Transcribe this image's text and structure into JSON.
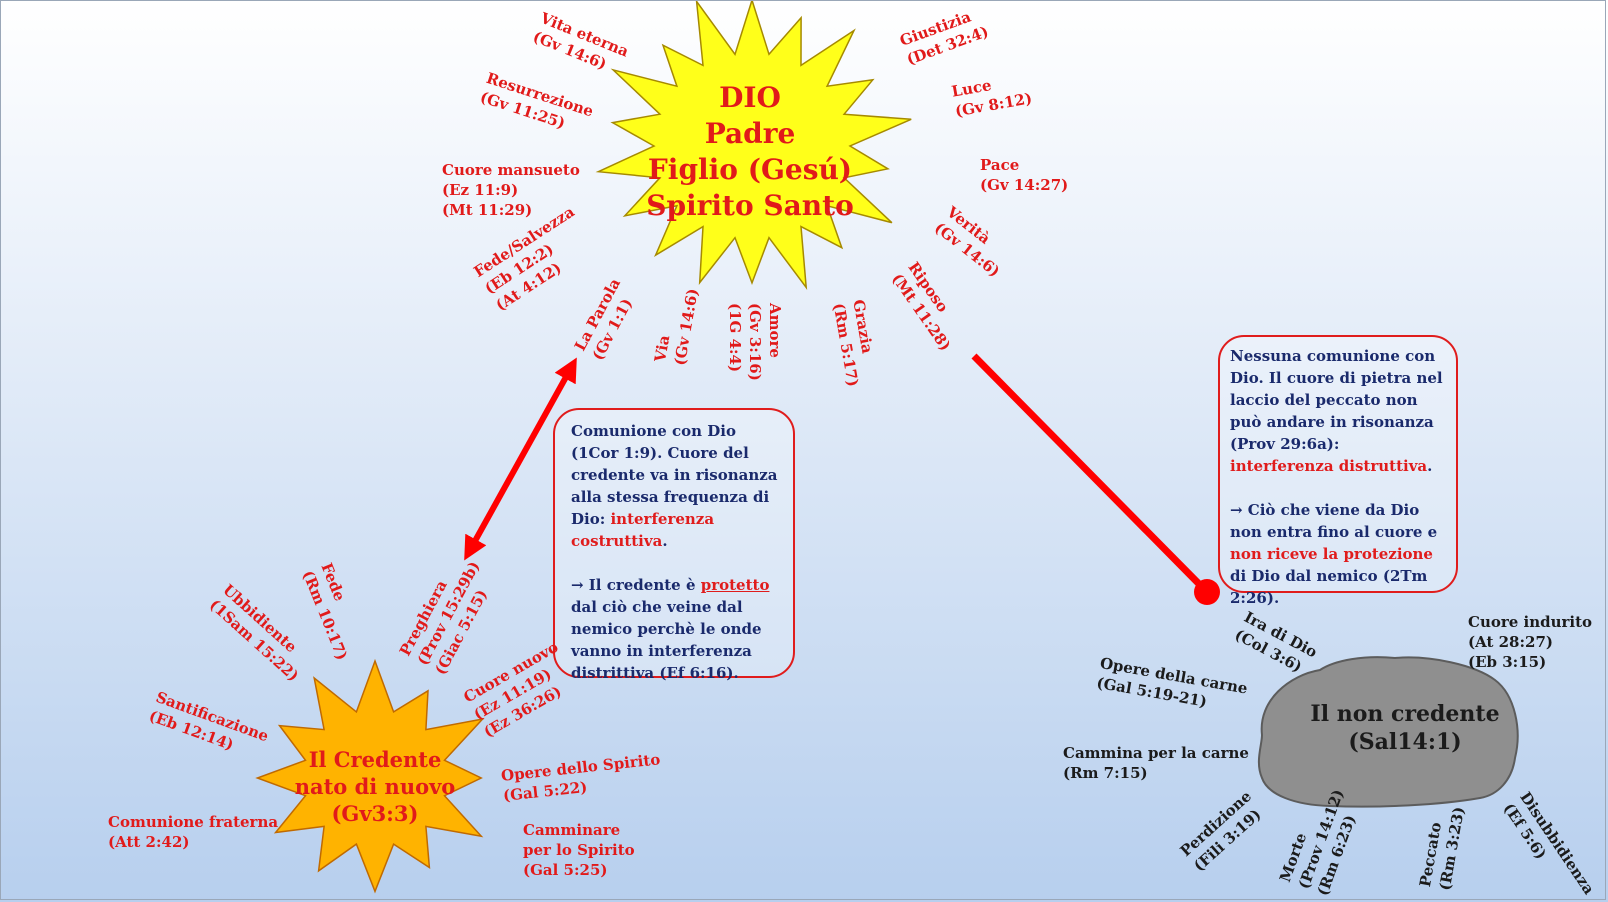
{
  "colors": {
    "accent_red": "#e11a1a",
    "star_fill": "#ffff1a",
    "star_small_fill": "#ffb300",
    "rock_fill": "#8a8a8a",
    "box_text": "#1a2a6c"
  },
  "god": {
    "lines": [
      "DIO",
      "Padre",
      "Figlio  (Gesú)",
      "Spirito Santo"
    ]
  },
  "god_attributes": {
    "vita_eterna": [
      "Vita eterna",
      "(Gv 14:6)"
    ],
    "resurrezione": [
      "Resurrezione",
      "(Gv 11:25)"
    ],
    "cuore_mansueto": [
      "Cuore mansueto",
      "(Ez 11:9)",
      "(Mt 11:29)"
    ],
    "fede_salvezza": [
      "Fede/Salvezza",
      "(Eb 12:2)",
      "(At 4:12)"
    ],
    "la_parola": [
      "La Parola",
      "(Gv 1:1)"
    ],
    "via": [
      "Via",
      "(Gv 14:6)"
    ],
    "amore": [
      "Amore",
      "(Gv 3:16)",
      "(1G 4:4)"
    ],
    "grazia": [
      "Grazia",
      "(Rm 5:17)"
    ],
    "riposo": [
      "Riposo",
      "(Mt 11:28)"
    ],
    "verita": [
      "Verità",
      "(Gv 14:6)"
    ],
    "pace": [
      "Pace",
      "(Gv 14:27)"
    ],
    "luce": [
      "Luce",
      "(Gv 8:12)"
    ],
    "giustizia": [
      "Giustizia",
      "(Det 32:4)"
    ]
  },
  "believer": {
    "lines": [
      "Il Credente",
      "nato di nuovo",
      "(Gv3:3)"
    ]
  },
  "believer_attributes": {
    "fede": [
      "Fede",
      "(Rm 10:17)"
    ],
    "ubbidiente": [
      "Ubbidiente",
      "(1Sam 15:22)"
    ],
    "santificazione": [
      "Santificazione",
      "(Eb 12:14)"
    ],
    "comunione_fraterna": [
      "Comunione fraterna",
      "(Att 2:42)"
    ],
    "preghiera": [
      "Preghiera",
      "(Prov 15:29b)",
      "(Giac 5:15)"
    ],
    "cuore_nuovo": [
      "Cuore nuovo",
      "(Ez 11:19)",
      "(Ez 36:26)"
    ],
    "opere_spirito": [
      "Opere dello Spirito",
      "(Gal 5:22)"
    ],
    "camminare_spirito": [
      "Camminare",
      "per lo Spirito",
      "(Gal 5:25)"
    ]
  },
  "communion_box": {
    "p1_a": "Comunione con Dio (1Cor 1:9). Cuore del credente va in risonanza alla stessa frequenza di Dio: ",
    "p1_hl": "interferenza costruttiva",
    "p1_end": ".",
    "p2_a": "→  Il credente è ",
    "p2_hl": "protetto",
    "p2_b": " dal ciò che veine dal nemico  perchè le onde vanno in interferenza distrittiva (Ef 6:16)."
  },
  "no_communion_box": {
    "p1_a": "Nessuna comunione con Dio. Il cuore di pietra nel laccio del peccato non può andare in risonanza (Prov 29:6a): ",
    "p1_hl": "interferenza distruttiva",
    "p1_end": ".",
    "p2_a": "→ Ciò che viene da Dio non entra fino al cuore e ",
    "p2_hl": "non riceve la protezione",
    "p2_b": " di Dio dal nemico (2Tm 2:26)."
  },
  "unbeliever": {
    "lines": [
      "Il non credente",
      "(Sal14:1)"
    ]
  },
  "unbeliever_attributes": {
    "ira_di_dio": [
      "Ira di Dio",
      "(Col 3:6)"
    ],
    "cuore_indurito": [
      "Cuore indurito",
      "(At 28:27)",
      "(Eb 3:15)"
    ],
    "opere_carne": [
      "Opere della carne",
      "(Gal 5:19-21)"
    ],
    "cammina_carne": [
      "Cammina per la carne",
      "(Rm 7:15)"
    ],
    "perdizione": [
      "Perdizione",
      "(Fili 3:19)"
    ],
    "morte": [
      "Morte",
      "(Prov 14:12)",
      "(Rm 6:23)"
    ],
    "peccato": [
      "Peccato",
      "(Rm 3:23)"
    ],
    "disubbidienza": [
      "Disubbidienza",
      "(Ef 5:6)"
    ]
  }
}
